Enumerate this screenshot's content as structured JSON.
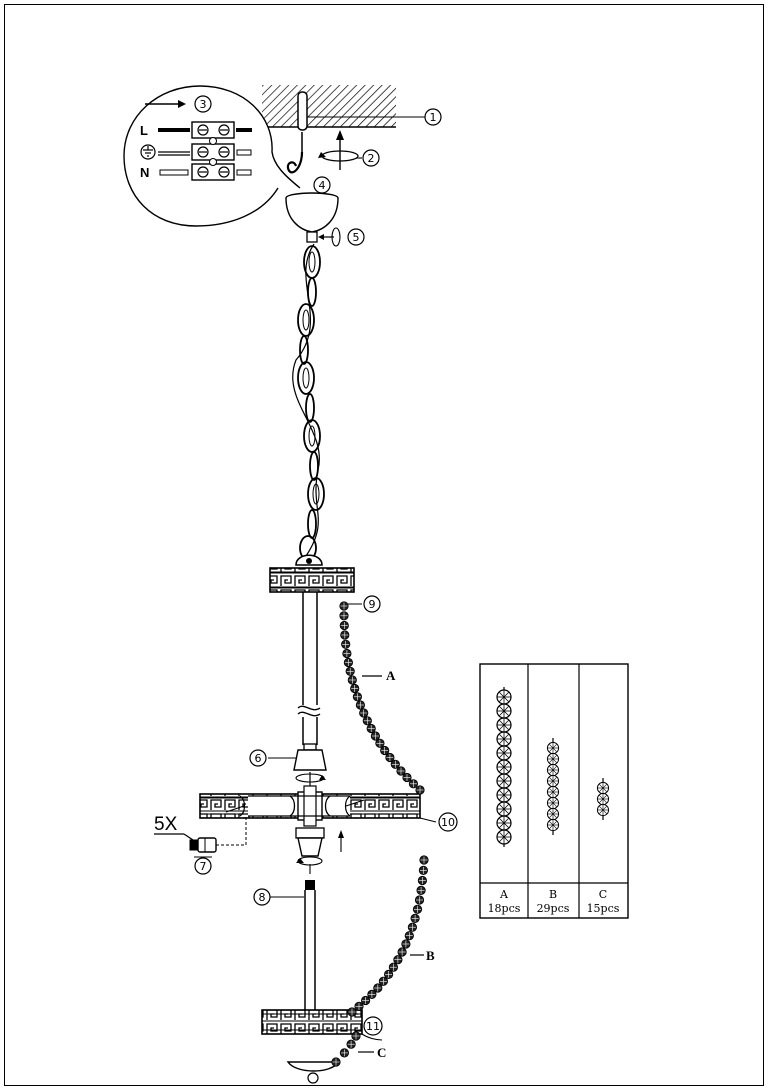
{
  "callouts": [
    "1",
    "2",
    "3",
    "4",
    "5",
    "6",
    "7",
    "8",
    "9",
    "10",
    "11"
  ],
  "wiring": {
    "line": "L",
    "earth_icon": "ground-icon",
    "neutral": "N"
  },
  "multiplier": "5X",
  "strand_labels": [
    "A",
    "B",
    "C"
  ],
  "parts_table": {
    "columns": [
      {
        "letter": "A",
        "qty": "18pcs",
        "beads": 11
      },
      {
        "letter": "B",
        "qty": "29pcs",
        "beads": 8
      },
      {
        "letter": "C",
        "qty": "15pcs",
        "beads": 3
      }
    ]
  }
}
